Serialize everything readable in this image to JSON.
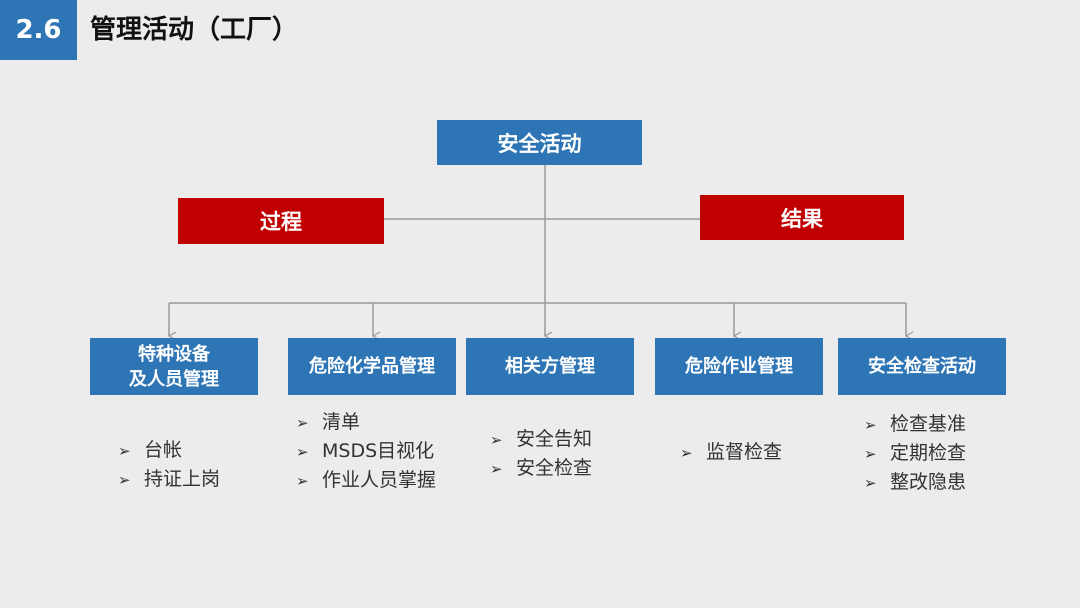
{
  "header": {
    "section_number": "2.6",
    "title": "管理活动（工厂）"
  },
  "root": {
    "label": "安全活动"
  },
  "process": {
    "label": "过程"
  },
  "result": {
    "label": "结果"
  },
  "bullet_glyph": "➢",
  "categories": [
    {
      "label": "特种设备\n及人员管理",
      "items": [
        "台帐",
        "持证上岗"
      ]
    },
    {
      "label": "危险化学品管理",
      "items": [
        "清单",
        "MSDS目视化",
        "作业人员掌握"
      ]
    },
    {
      "label": "相关方管理",
      "items": [
        "安全告知",
        "安全检查"
      ]
    },
    {
      "label": "危险作业管理",
      "items": [
        "监督检查"
      ]
    },
    {
      "label": "安全检查活动",
      "items": [
        "检查基准",
        "定期检查",
        "整改隐患"
      ]
    }
  ],
  "colors": {
    "accent_blue": "#2e75b6",
    "accent_red": "#c00000",
    "connector_gray": "#999999",
    "background": "#ececec"
  }
}
